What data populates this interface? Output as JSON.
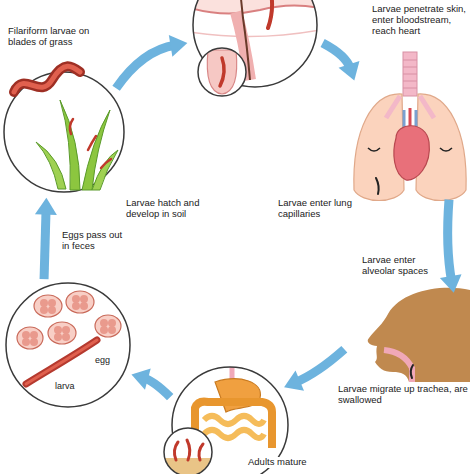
{
  "diagram": {
    "nodes": [
      {
        "text": [
          "Filariform larvae on blades of grass",
          "Larvae hatch and develop in soil"
        ]
      },
      {
        "text": [
          "Larvae penetrate skin, enter bloodstream, reach heart"
        ]
      },
      {
        "text": [
          "Larvae enter lung capillaries",
          "Larvae enter alveolar spaces"
        ]
      },
      {
        "text": [
          "Larvae migrate up trachea, are swallowed"
        ]
      },
      {
        "text": [
          "Adults mature"
        ]
      },
      {
        "text": [
          "Eggs pass out in feces"
        ]
      }
    ],
    "edges": [
      {
        "from": 0,
        "to": 1,
        "arrow": "to"
      },
      {
        "from": 1,
        "to": 2,
        "arrow": "to"
      },
      {
        "from": 2,
        "to": 3,
        "arrow": "to"
      },
      {
        "from": 3,
        "to": 4,
        "arrow": "to"
      },
      {
        "from": 4,
        "to": 5,
        "arrow": "to"
      },
      {
        "from": 5,
        "to": 0,
        "arrow": "to"
      }
    ],
    "labels": [
      "egg",
      "larva"
    ]
  }
}
